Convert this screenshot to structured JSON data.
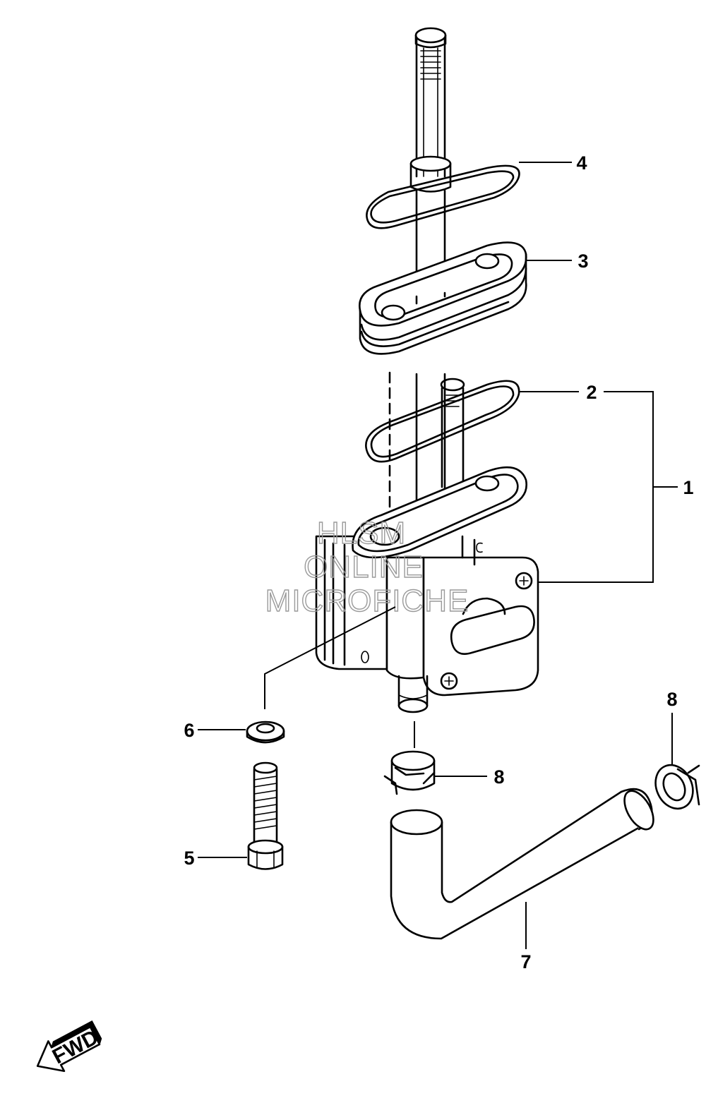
{
  "callouts": {
    "c1": "1",
    "c2": "2",
    "c3": "3",
    "c4": "4",
    "c5": "5",
    "c6": "6",
    "c7": "7",
    "c8a": "8",
    "c8b": "8"
  },
  "watermark": {
    "line1": "HLSM",
    "line2": "ONLINE",
    "line3": "MICROFICHE"
  },
  "direction_arrow": {
    "label": "FWD",
    "icon": "forward-arrow-icon"
  }
}
